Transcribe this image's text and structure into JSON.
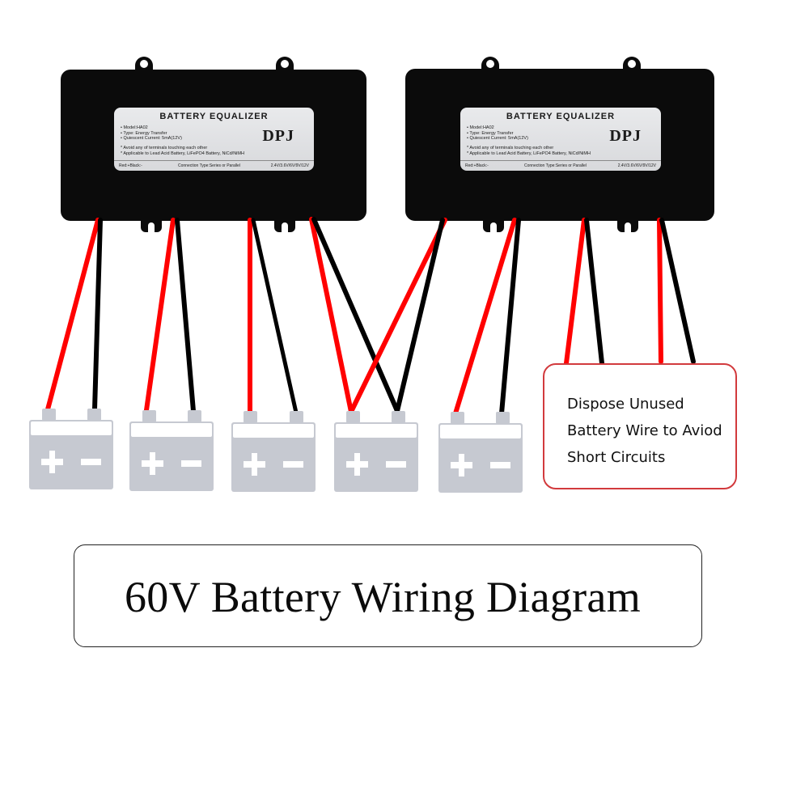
{
  "title": "60V Battery Wiring Diagram",
  "colors": {
    "module_body": "#0b0b0b",
    "label_bg": "#e2e3e5",
    "wire_positive": "#ff0000",
    "wire_negative": "#000000",
    "battery": "#c6c9d1",
    "note_border": "#d23a3d"
  },
  "modules": [
    {
      "id": "equalizer-1",
      "label": {
        "title": "BATTERY EQUALIZER",
        "specs": [
          "• Model:HA02",
          "• Type: Energy Transfer",
          "• Quiescent Current: 5mA(12V)"
        ],
        "notes": [
          "* Avoid any of terminals touching each other",
          "* Applicable to Lead Acid Battery, LiFePO4  Battery, NiCd/NiMH"
        ],
        "brand": "DPJ",
        "footer_left": "Red:+Black:-",
        "footer_center": "Connection Type:Series or Parallel",
        "footer_right": "2.4V/3.6V/6V/9V/12V"
      }
    },
    {
      "id": "equalizer-2",
      "label": {
        "title": "BATTERY EQUALIZER",
        "specs": [
          "• Model:HA02",
          "• Type: Energy Transfer",
          "• Quiescent Current: 5mA(12V)"
        ],
        "notes": [
          "* Avoid any of terminals touching each other",
          "* Applicable to Lead Acid Battery, LiFePO4  Battery, NiCd/NiMH"
        ],
        "brand": "DPJ",
        "footer_left": "Red:+Black:-",
        "footer_center": "Connection Type:Series or Parallel",
        "footer_right": "2.4V/3.6V/6V/9V/12V"
      }
    }
  ],
  "batteries": [
    {
      "id": "battery-1",
      "positive_symbol": "+",
      "negative_symbol": "−"
    },
    {
      "id": "battery-2",
      "positive_symbol": "+",
      "negative_symbol": "−"
    },
    {
      "id": "battery-3",
      "positive_symbol": "+",
      "negative_symbol": "−"
    },
    {
      "id": "battery-4",
      "positive_symbol": "+",
      "negative_symbol": "−"
    },
    {
      "id": "battery-5",
      "positive_symbol": "+",
      "negative_symbol": "−"
    }
  ],
  "connections": [
    {
      "module": 1,
      "pair": 1,
      "battery": 1
    },
    {
      "module": 1,
      "pair": 2,
      "battery": 2
    },
    {
      "module": 1,
      "pair": 3,
      "battery": 3
    },
    {
      "module": 1,
      "pair": 4,
      "battery": 4
    },
    {
      "module": 2,
      "pair": 1,
      "battery": 4
    },
    {
      "module": 2,
      "pair": 2,
      "battery": 5
    },
    {
      "module": 2,
      "pair": 3,
      "battery": null
    },
    {
      "module": 2,
      "pair": 4,
      "battery": null
    }
  ],
  "note": {
    "lines": [
      "Dispose Unused",
      "Battery Wire to Aviod",
      "Short Circuits"
    ]
  }
}
